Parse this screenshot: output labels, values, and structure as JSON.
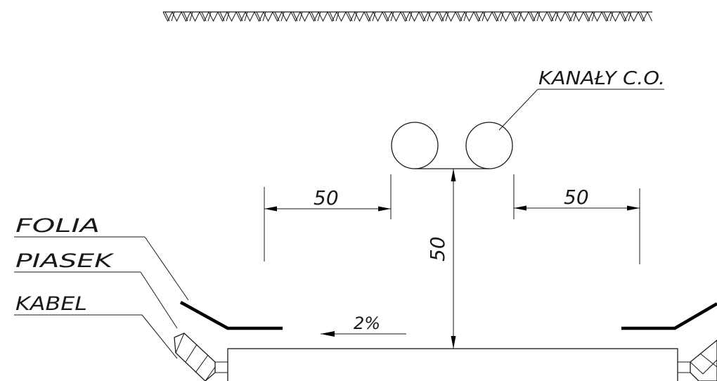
{
  "labels": {
    "kanaly": "KANAŁY C.O.",
    "folia": "FOLIA",
    "piasek": "PIASEK",
    "kabel": "KABEL"
  },
  "dimensions": {
    "left_horizontal": "50",
    "right_horizontal": "50",
    "vertical": "50",
    "slope": "2%"
  },
  "colors": {
    "line": "#1a1a1a",
    "background": "#ffffff"
  }
}
